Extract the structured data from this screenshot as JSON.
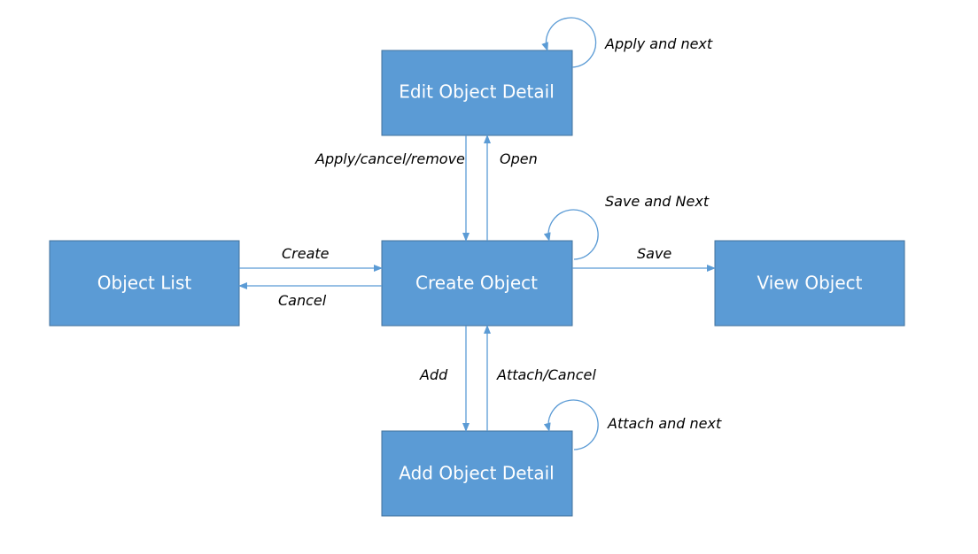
{
  "colors": {
    "box_fill": "#5B9BD5",
    "box_border": "#41719C",
    "arrow": "#5B9BD5"
  },
  "nodes": {
    "edit": "Edit Object Detail",
    "list": "Object List",
    "create": "Create Object",
    "view": "View Object",
    "add": "Add Object Detail"
  },
  "edges": {
    "apply_next": "Apply and next",
    "apply_cancel_remove": "Apply/cancel/remove",
    "open": "Open",
    "save_next": "Save and Next",
    "create": "Create",
    "cancel": "Cancel",
    "save": "Save",
    "add": "Add",
    "attach_cancel": "Attach/Cancel",
    "attach_next": "Attach and next"
  }
}
